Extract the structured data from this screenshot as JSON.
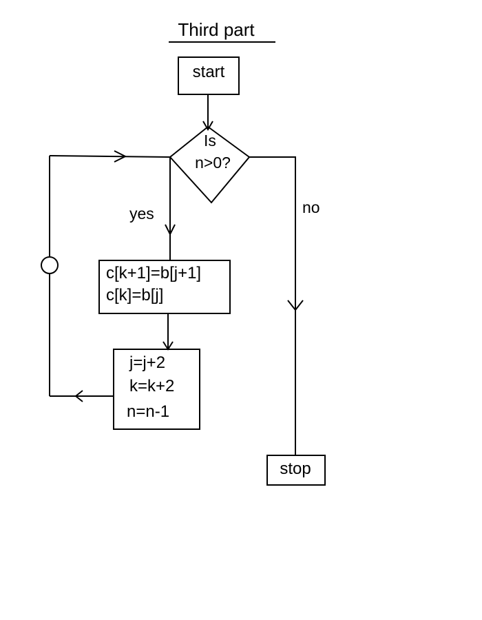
{
  "title": "Third part",
  "nodes": {
    "start": "start",
    "decision": {
      "line1": "Is",
      "line2": "n>0?"
    },
    "assign": {
      "line1": "c[k+1]=b[j+1]",
      "line2": "c[k]=b[j]"
    },
    "increment": {
      "line1": "j=j+2",
      "line2": "k=k+2",
      "line3": "n=n-1"
    },
    "stop": "stop"
  },
  "edges": {
    "yes_label": "yes",
    "no_label": "no"
  }
}
